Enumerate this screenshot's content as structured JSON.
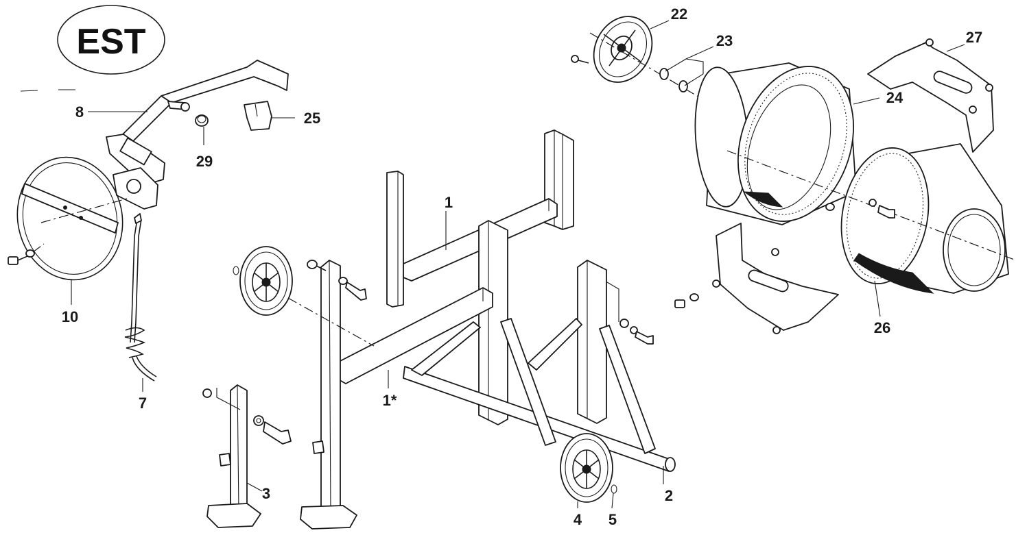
{
  "badge": {
    "text": "EST"
  },
  "callouts": [
    {
      "id": "p1",
      "text": "1"
    },
    {
      "id": "p1s",
      "text": "1*"
    },
    {
      "id": "p2",
      "text": "2"
    },
    {
      "id": "p3",
      "text": "3"
    },
    {
      "id": "p4",
      "text": "4"
    },
    {
      "id": "p5",
      "text": "5"
    },
    {
      "id": "p7",
      "text": "7"
    },
    {
      "id": "p8",
      "text": "8"
    },
    {
      "id": "p10",
      "text": "10"
    },
    {
      "id": "p22",
      "text": "22"
    },
    {
      "id": "p23",
      "text": "23"
    },
    {
      "id": "p24",
      "text": "24"
    },
    {
      "id": "p25",
      "text": "25"
    },
    {
      "id": "p26",
      "text": "26"
    },
    {
      "id": "p27",
      "text": "27"
    },
    {
      "id": "p29",
      "text": "29"
    }
  ]
}
